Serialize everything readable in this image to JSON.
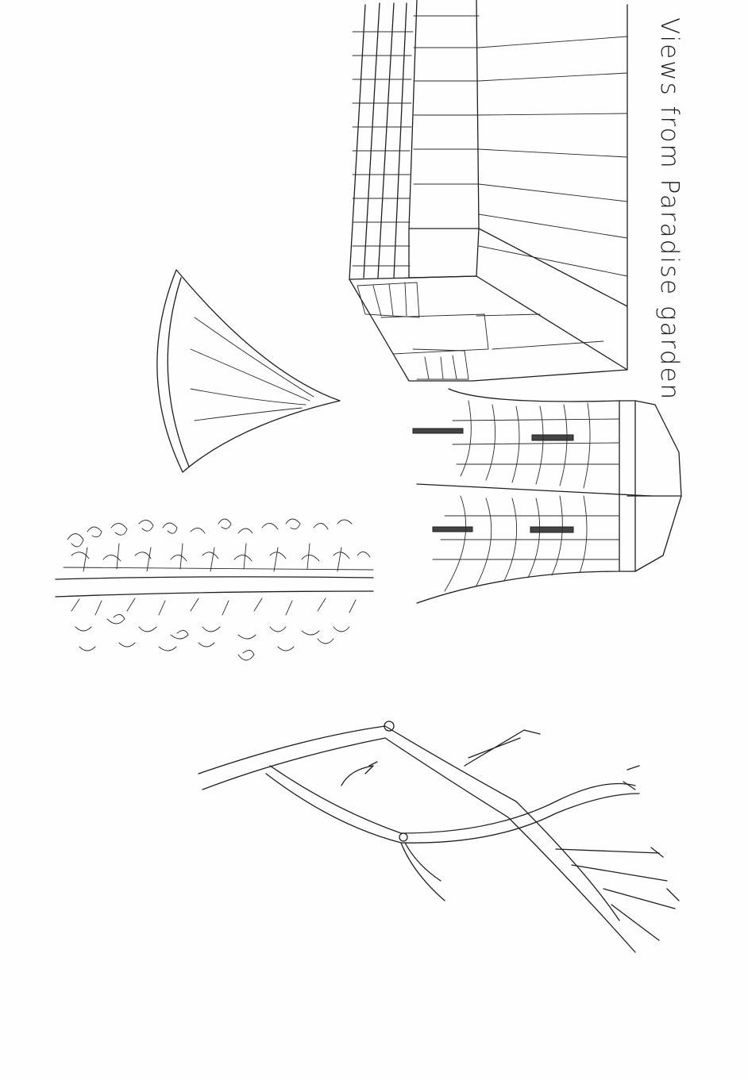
{
  "sheet": {
    "title": "Views from Paradise garden",
    "ink_color": "#1f1f1f",
    "paper_color": "#fefefe"
  },
  "sketches": [
    {
      "name": "sail-canopy"
    },
    {
      "name": "hedge-row"
    },
    {
      "name": "tower-building"
    },
    {
      "name": "curved-building"
    },
    {
      "name": "tree-branches"
    }
  ]
}
